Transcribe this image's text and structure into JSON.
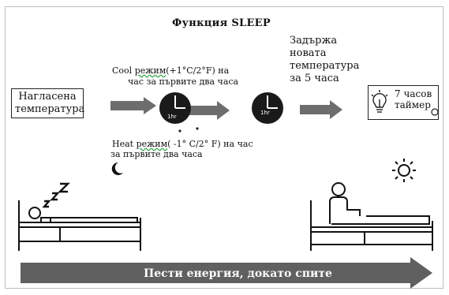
{
  "title": "Функция  SLEEP",
  "set_temp_label": "Нагласена температура",
  "cool": {
    "line1": "Cool режим(+1°C/2°F)  на",
    "line2": "час за първите два часа",
    "highlight": "режим"
  },
  "heat": {
    "line1": "Heat режим( -1° C/2° F) на час",
    "line2": "за първите два часа",
    "highlight": "режим"
  },
  "clock_labels": [
    "1hr",
    "1hr"
  ],
  "new_temp_label": [
    "Задържа",
    "новата",
    "температура",
    "за 5 часа"
  ],
  "timer_label": [
    "7 часов",
    "таймер"
  ],
  "banner_label": "Пести енергия, докато спите",
  "icons": [
    "moon-icon",
    "sun-icon",
    "lightbulb-icon",
    "zzz-icon",
    "clock-icon"
  ],
  "colors": {
    "arrow": "#6d6d6d",
    "banner": "#606060",
    "clock": "#1a1a1a",
    "wavy_underline": "#1e9e3a"
  }
}
